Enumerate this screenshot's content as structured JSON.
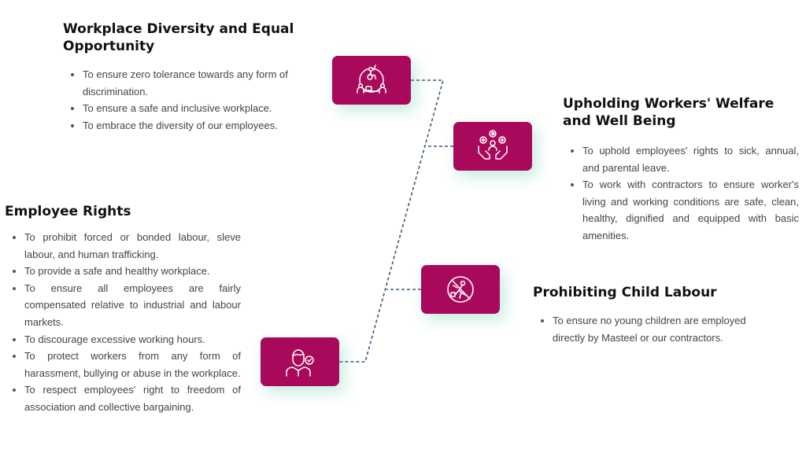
{
  "sections": {
    "diversity": {
      "title": "Workplace Diversity and Equal Opportunity",
      "items": [
        "To ensure zero tolerance towards any form of discrimination.",
        "To ensure a safe and inclusive workplace.",
        "To embrace the diversity of our employees."
      ]
    },
    "welfare": {
      "title": "Upholding Workers' Welfare and Well Being",
      "items": [
        "To uphold employees' rights to sick, annual, and parental leave.",
        "To work with contractors to ensure worker's living and working conditions are safe, clean, healthy, dignified and equipped with basic amenities."
      ]
    },
    "rights": {
      "title": "Employee Rights",
      "items": [
        "To prohibit forced or bonded labour, sleve labour, and human trafficking.",
        "To provide a safe and healthy workplace.",
        "To ensure all employees are fairly compensated relative to industrial and labour markets.",
        "To discourage excessive working hours.",
        "To protect workers from any form of harassment, bullying or abuse in the workplace.",
        "To respect employees' right to freedom of association and collective bargaining."
      ]
    },
    "child": {
      "title": "Prohibiting Child Labour",
      "items": [
        "To ensure no young children are employed directly by Masteel or our contractors."
      ]
    }
  },
  "icons": {
    "diversity": "diversity-people-icon",
    "welfare": "welfare-hands-icon",
    "child": "no-child-labour-icon",
    "rights": "employee-check-icon"
  },
  "colors": {
    "accent": "#a8095a",
    "connector": "#3b5a7a",
    "glow": "#46be96",
    "heading": "#111111",
    "body_text": "#444444"
  }
}
